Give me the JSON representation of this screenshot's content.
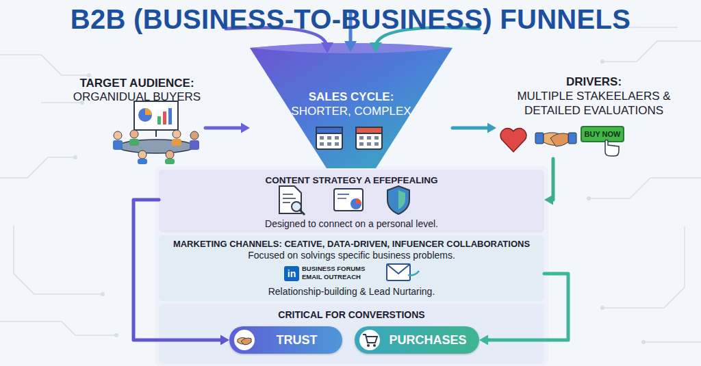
{
  "diagram": {
    "title": "B2B (BUSINESS-TO-BUSINESS) FUNNELS",
    "nodes": [
      {
        "text": [
          "TARGET AUDIENCE:",
          "ORGANIDUAL BUYERS"
        ]
      },
      {
        "text": [
          "SALES CYCLE:",
          "SHORTER, COMPLEX"
        ]
      },
      {
        "text": [
          "DRIVERS:",
          "MULTIPLE STAKEELAERS & DETAILED EVALUATIONS"
        ]
      },
      {
        "text": [
          "BUY NOW"
        ]
      },
      {
        "text": [
          "CONTENT STRATEGY A EFEPFEALING",
          "Designed to connect on a personal level."
        ]
      },
      {
        "text": [
          "MARKETING CHANNELS: CEATIVE, DATA-DRIVEN, INFUENCER COLLABORATIONS",
          "Focused on solvings specific business problems.",
          "Relationship-building & Lead Nurtaring."
        ]
      },
      {
        "text": [
          "CRITICAL FOR CONVERSTIONS"
        ]
      },
      {
        "text": [
          "TRUST"
        ],
        "in": 6
      },
      {
        "text": [
          "PURCHASES"
        ],
        "in": 6
      }
    ],
    "edges": [
      {
        "from": 0,
        "to": 1,
        "arrow": "to"
      },
      {
        "from": 1,
        "to": 2,
        "arrow": "to"
      },
      {
        "from": 2,
        "to": 4,
        "arrow": "to"
      },
      {
        "from": 4,
        "to": 7,
        "arrow": "to"
      },
      {
        "from": 5,
        "to": 8,
        "arrow": "to"
      }
    ],
    "labels": [
      "in",
      "BUSINESS FORUMS",
      "EMAIL OUTREACH"
    ]
  }
}
